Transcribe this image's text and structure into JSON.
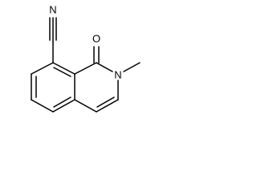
{
  "molecule": {
    "atoms": {
      "nitrile_nitrogen": "N",
      "carbonyl_oxygen": "O",
      "ring_nitrogen": "N"
    }
  },
  "colors": {
    "bond": "#000000",
    "background": "#ffffff"
  }
}
